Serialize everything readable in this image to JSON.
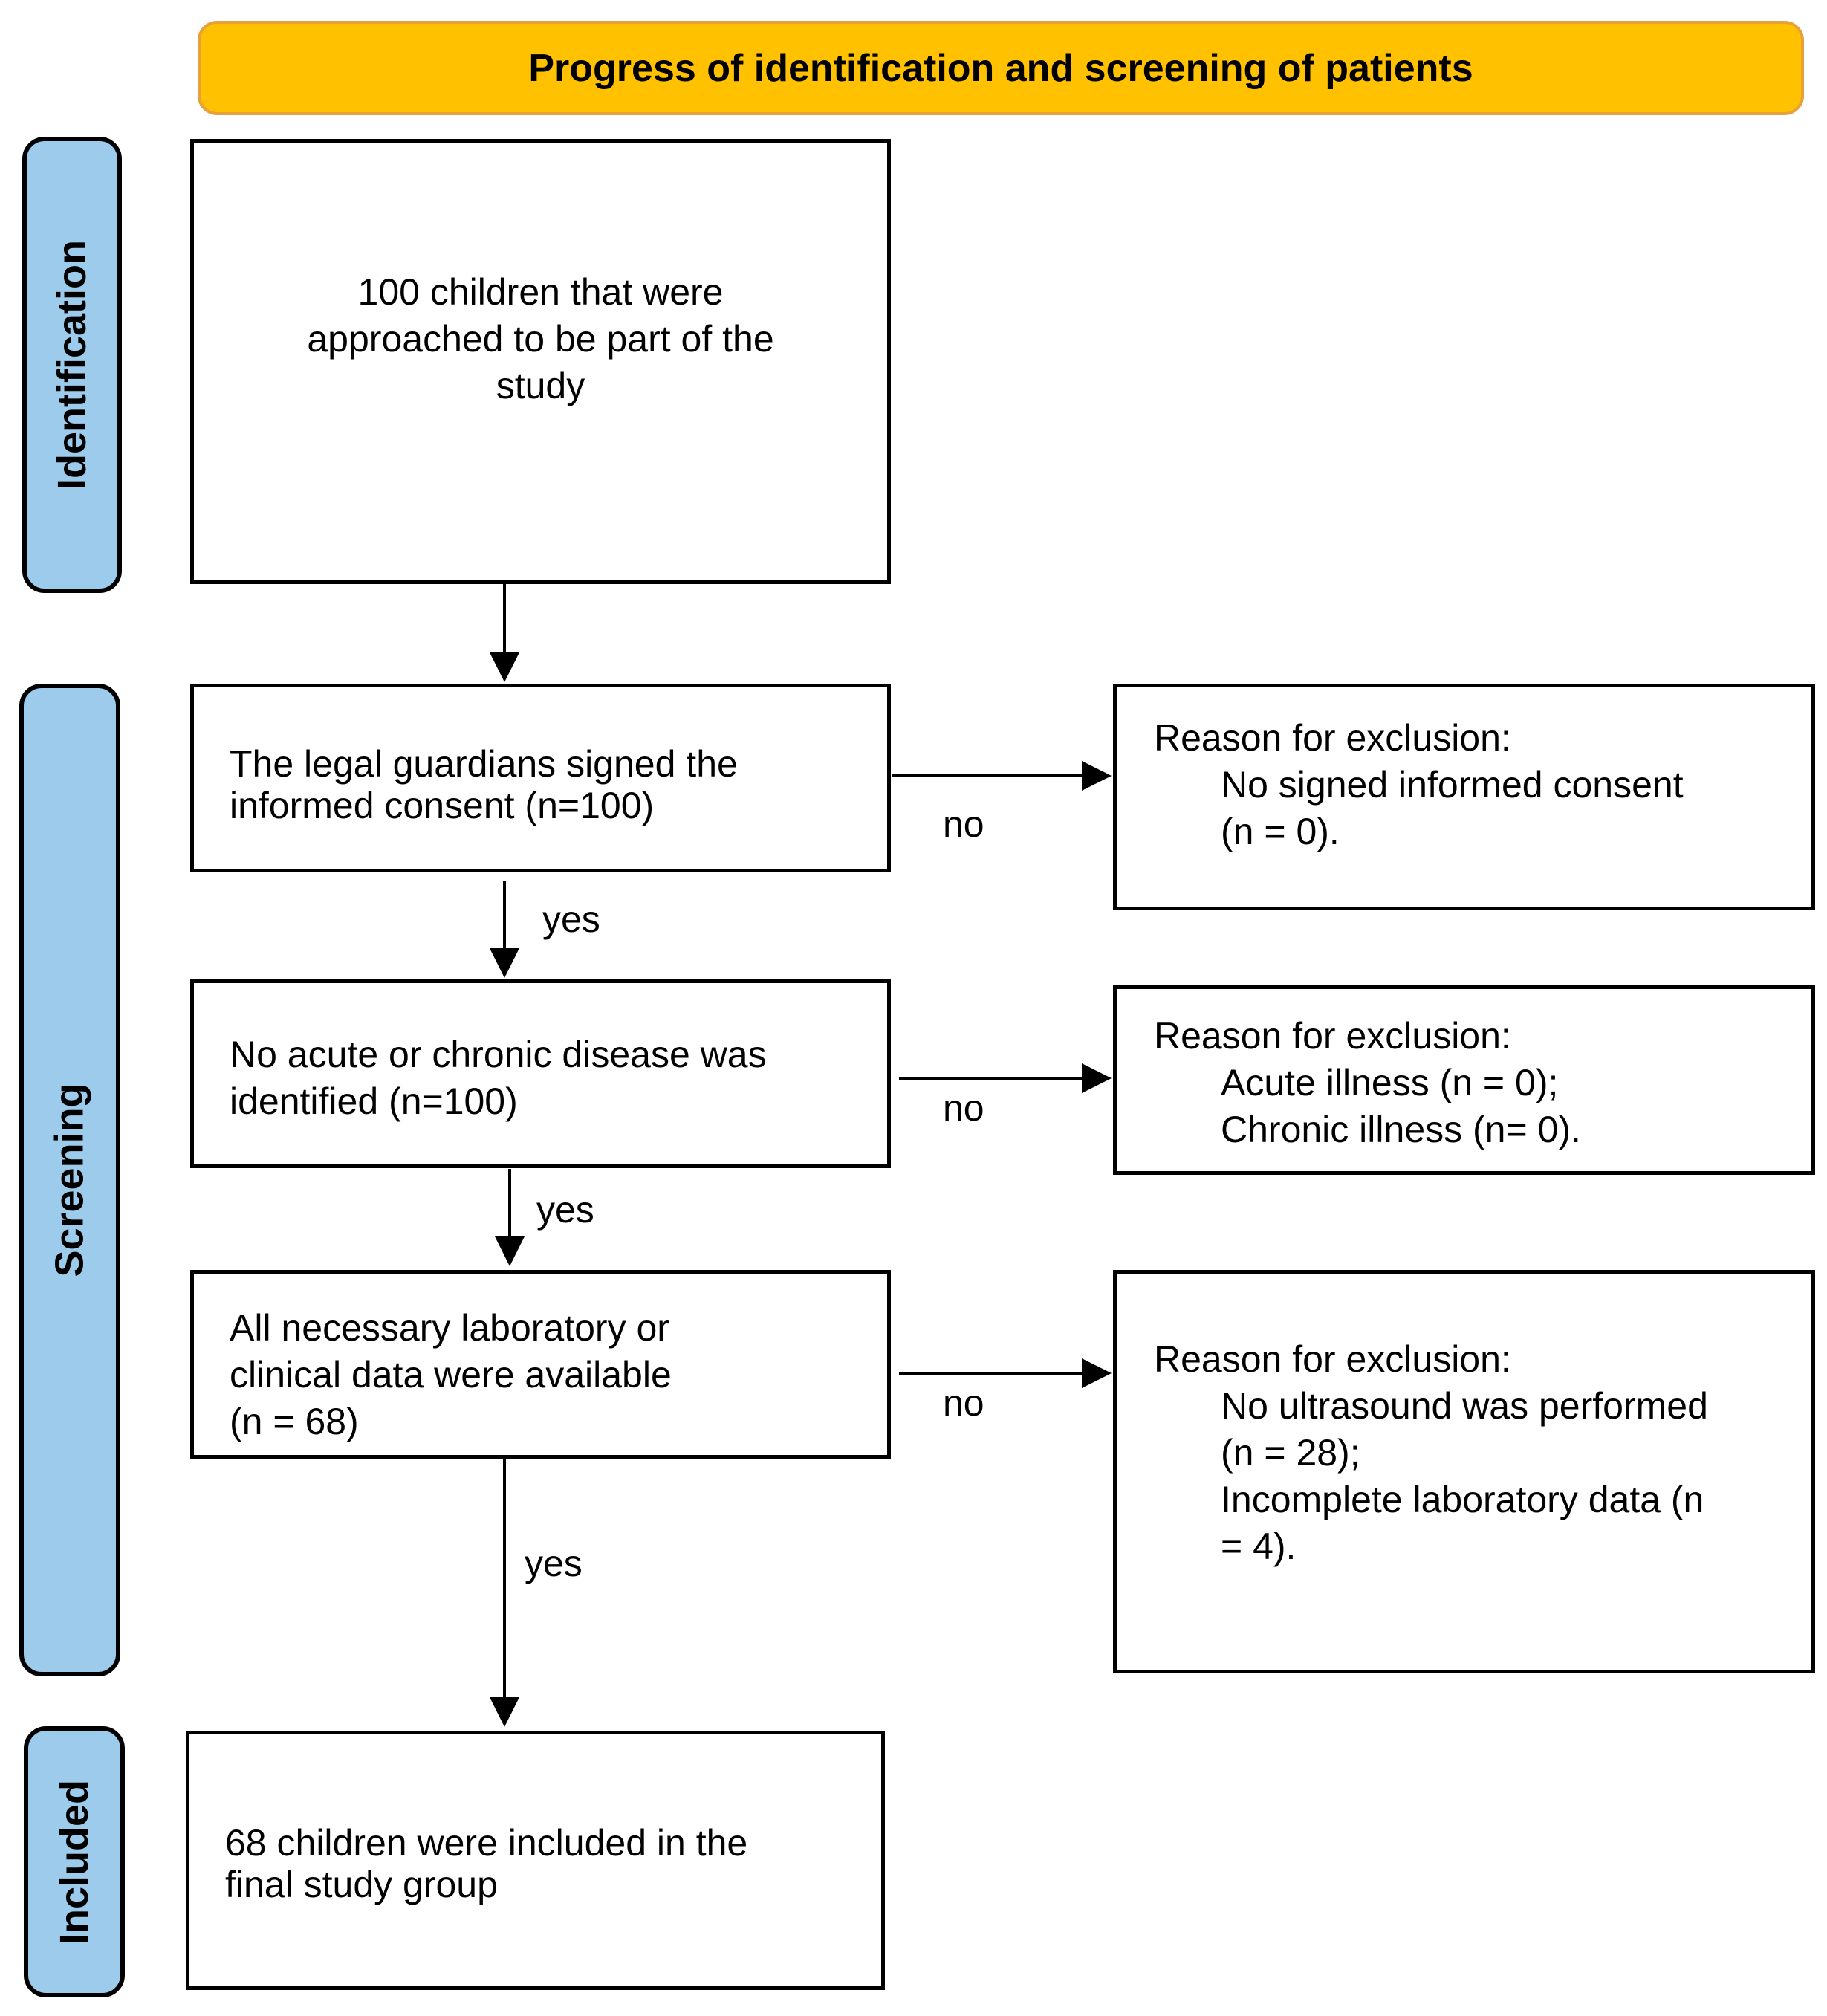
{
  "header": {
    "title": "Progress of identification and screening of patients"
  },
  "stages": {
    "identification": "Identification",
    "screening": "Screening",
    "included": "Included"
  },
  "boxes": {
    "approached": [
      "100 children that were",
      "approached to be part of the",
      "study"
    ],
    "consent": [
      "The legal guardians signed the",
      "informed consent (n=100)"
    ],
    "disease": [
      "No acute or chronic disease was",
      "identified (n=100)"
    ],
    "labdata": [
      "All necessary laboratory or",
      "clinical data were available",
      "(n = 68)"
    ],
    "included": [
      "68 children were included in the",
      "final study group"
    ]
  },
  "exclusions": {
    "consent": {
      "heading": "Reason for exclusion:",
      "lines": [
        "No signed informed consent",
        "(n = 0)."
      ]
    },
    "disease": {
      "heading": "Reason for exclusion:",
      "lines": [
        "Acute illness (n = 0);",
        "Chronic illness (n= 0)."
      ]
    },
    "labdata": {
      "heading": "Reason for exclusion:",
      "lines": [
        "No ultrasound was performed",
        "(n = 28);",
        "Incomplete laboratory data (n",
        "= 4)."
      ]
    }
  },
  "edge_labels": {
    "no": "no",
    "yes": "yes"
  },
  "colors": {
    "header_fill": "#ffc100",
    "header_border": "#e7a13a",
    "stage_fill": "#9ccbec",
    "line": "#000000"
  }
}
